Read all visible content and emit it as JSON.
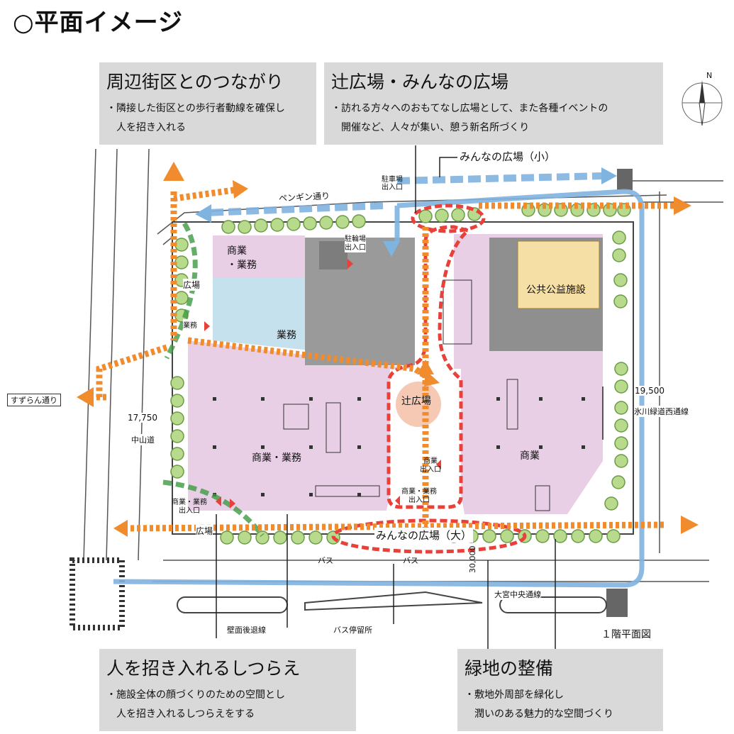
{
  "title": "○平面イメージ",
  "boxes": {
    "connection": {
      "heading": "周辺街区とのつながり",
      "lines": [
        "・隣接した街区との歩行者動線を確保し",
        "　人を招き入れる"
      ]
    },
    "plaza": {
      "heading": "辻広場・みんなの広場",
      "lines": [
        "・訪れる方々へのおもてなし広場として、また各種イベントの",
        "　開催など、人々が集い、憩う新名所づくり"
      ]
    },
    "welcome": {
      "heading": "人を招き入れるしつらえ",
      "lines": [
        "・施設全体の顔づくりのための空間とし",
        "　人を招き入れるしつらえをする"
      ]
    },
    "green": {
      "heading": "緑地の整備",
      "lines": [
        "・敷地外周部を緑化し",
        "　潤いのある魅力的な空間づくり"
      ]
    }
  },
  "map_labels": {
    "minna_small": "みんなの広場（小）",
    "minna_large": "みんなの広場（大）",
    "penguin": "ペンギン通り",
    "parking": "駐車場",
    "parking2": "出入口",
    "bicycle": "駐輪場",
    "bicycle2": "出入口",
    "shogyo_top": "商業",
    "shogyo_top2": "・業務",
    "hiroba_left": "広場",
    "gyomu_small": "業務",
    "gyomu": "業務",
    "public": "公共公益施設",
    "tsuji": "辻広場",
    "shogyo_gyomu": "商業・業務",
    "shogyo": "商業",
    "entrance1a": "商業",
    "entrance1b": "出入口",
    "entrance2a": "商業・業務",
    "entrance2b": "出入口",
    "entrance3a": "商業・業務",
    "entrance3b": "出入口",
    "hiroba_bottom": "広場",
    "suzuran": "すずらん通り",
    "dim_17750": "17,750",
    "nakasendo": "中山道",
    "dim_19500": "19,500",
    "hikawa": "氷川緑道西通線",
    "dim_30000": "30,000",
    "omiya": "大宮中央通線",
    "bus1": "バス",
    "bus2": "バス",
    "setback": "壁面後退線",
    "bus_stop": "バス停留所",
    "floor": "１階平面図",
    "north": "N"
  },
  "colors": {
    "arrow_orange": "#f08c2e",
    "pedestrian_blue": "#7fb3e0",
    "plaza_red": "#e8413a",
    "commercial_pink": "#e9cfe6",
    "office_blue": "#c6e1ee",
    "public_yellow": "#f6dfa4",
    "tree_green": "#9ccb6e"
  }
}
